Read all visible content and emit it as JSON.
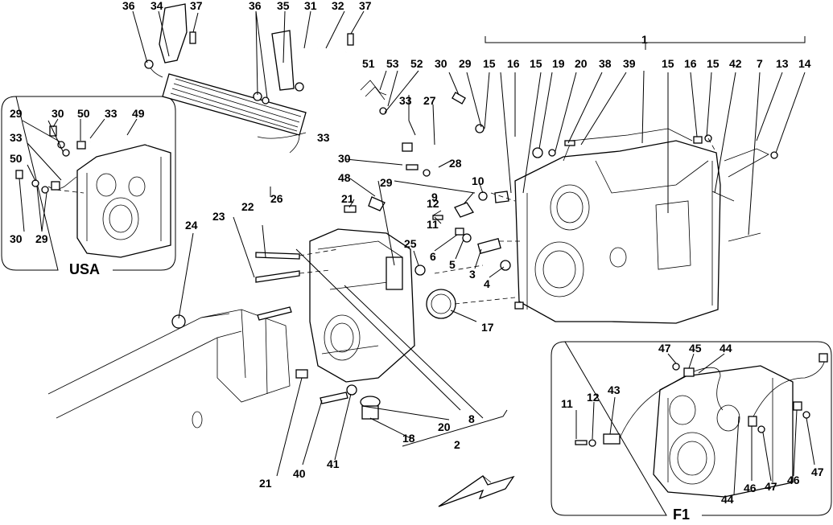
{
  "diagram": {
    "callouts": [
      {
        "id": "c36a",
        "text": "36"
      },
      {
        "id": "c34",
        "text": "34"
      },
      {
        "id": "c37a",
        "text": "37"
      },
      {
        "id": "c36b",
        "text": "36"
      },
      {
        "id": "c35",
        "text": "35"
      },
      {
        "id": "c31",
        "text": "31"
      },
      {
        "id": "c32",
        "text": "32"
      },
      {
        "id": "c37b",
        "text": "37"
      },
      {
        "id": "c1",
        "text": "1"
      },
      {
        "id": "c51",
        "text": "51"
      },
      {
        "id": "c53",
        "text": "53"
      },
      {
        "id": "c52",
        "text": "52"
      },
      {
        "id": "c30a",
        "text": "30"
      },
      {
        "id": "c29a",
        "text": "29"
      },
      {
        "id": "c15a",
        "text": "15"
      },
      {
        "id": "c16a",
        "text": "16"
      },
      {
        "id": "c15b",
        "text": "15"
      },
      {
        "id": "c19",
        "text": "19"
      },
      {
        "id": "c20a",
        "text": "20"
      },
      {
        "id": "c38",
        "text": "38"
      },
      {
        "id": "c39",
        "text": "39"
      },
      {
        "id": "c15c",
        "text": "15"
      },
      {
        "id": "c16b",
        "text": "16"
      },
      {
        "id": "c15d",
        "text": "15"
      },
      {
        "id": "c42",
        "text": "42"
      },
      {
        "id": "c7",
        "text": "7"
      },
      {
        "id": "c13",
        "text": "13"
      },
      {
        "id": "c14",
        "text": "14"
      },
      {
        "id": "c33a",
        "text": "33"
      },
      {
        "id": "c27",
        "text": "27"
      },
      {
        "id": "c33b",
        "text": "33"
      },
      {
        "id": "c26",
        "text": "26"
      },
      {
        "id": "c30b",
        "text": "30"
      },
      {
        "id": "c28",
        "text": "28"
      },
      {
        "id": "c48",
        "text": "48"
      },
      {
        "id": "c29b",
        "text": "29"
      },
      {
        "id": "c10",
        "text": "10"
      },
      {
        "id": "c21a",
        "text": "21"
      },
      {
        "id": "c9",
        "text": "9"
      },
      {
        "id": "c12a",
        "text": "12"
      },
      {
        "id": "c11a",
        "text": "11"
      },
      {
        "id": "c22",
        "text": "22"
      },
      {
        "id": "c23",
        "text": "23"
      },
      {
        "id": "c24",
        "text": "24"
      },
      {
        "id": "c25",
        "text": "25"
      },
      {
        "id": "c6",
        "text": "6"
      },
      {
        "id": "c5",
        "text": "5"
      },
      {
        "id": "c3",
        "text": "3"
      },
      {
        "id": "c4",
        "text": "4"
      },
      {
        "id": "c17",
        "text": "17"
      },
      {
        "id": "c8",
        "text": "8"
      },
      {
        "id": "c20b",
        "text": "20"
      },
      {
        "id": "c18",
        "text": "18"
      },
      {
        "id": "c2",
        "text": "2"
      },
      {
        "id": "c21b",
        "text": "21"
      },
      {
        "id": "c40",
        "text": "40"
      },
      {
        "id": "c41",
        "text": "41"
      }
    ],
    "usa_inset": {
      "title": "USA",
      "callouts": [
        {
          "id": "u29a",
          "text": "29"
        },
        {
          "id": "u30a",
          "text": "30"
        },
        {
          "id": "u50a",
          "text": "50"
        },
        {
          "id": "u33a",
          "text": "33"
        },
        {
          "id": "u49",
          "text": "49"
        },
        {
          "id": "u33b",
          "text": "33"
        },
        {
          "id": "u50b",
          "text": "50"
        },
        {
          "id": "u30b",
          "text": "30"
        },
        {
          "id": "u29b",
          "text": "29"
        }
      ]
    },
    "f1_inset": {
      "title": "F1",
      "callouts": [
        {
          "id": "f47a",
          "text": "47"
        },
        {
          "id": "f45",
          "text": "45"
        },
        {
          "id": "f44a",
          "text": "44"
        },
        {
          "id": "f11",
          "text": "11"
        },
        {
          "id": "f12",
          "text": "12"
        },
        {
          "id": "f43",
          "text": "43"
        },
        {
          "id": "f44b",
          "text": "44"
        },
        {
          "id": "f46a",
          "text": "46"
        },
        {
          "id": "f47b",
          "text": "47"
        },
        {
          "id": "f46b",
          "text": "46"
        },
        {
          "id": "f47c",
          "text": "47"
        }
      ]
    }
  }
}
